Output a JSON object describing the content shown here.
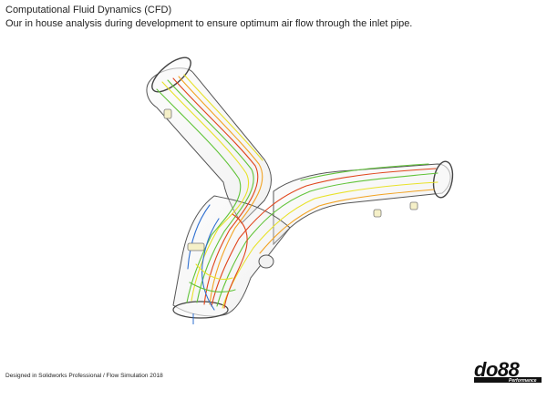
{
  "header": {
    "title": "Computational Fluid Dynamics (CFD)",
    "subtitle": "Our in house analysis during development to ensure optimum air flow through the inlet pipe."
  },
  "footer": {
    "credit": "Designed in Solidworks Professional / Flow Simulation 2018"
  },
  "logo": {
    "brand": "do88",
    "tagline": "Performance"
  },
  "colors": {
    "flow_red": "#e0451c",
    "flow_orange": "#f2a322",
    "flow_yellow": "#e8e22a",
    "flow_green": "#62c43a",
    "flow_blue": "#2e6fd1",
    "pipe_outline": "#555555"
  }
}
